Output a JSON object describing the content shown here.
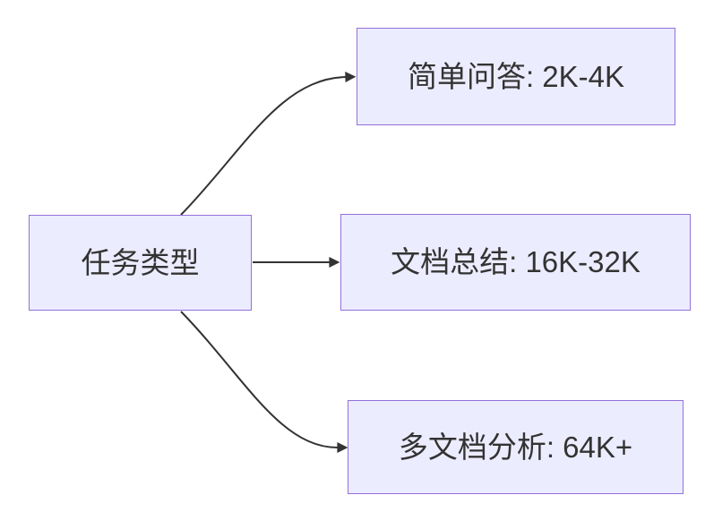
{
  "diagram": {
    "type": "flowchart",
    "direction": "left-to-right",
    "root": {
      "label": "任务类型"
    },
    "branches": [
      {
        "label": "简单问答: 2K-4K"
      },
      {
        "label": "文档总结: 16K-32K"
      },
      {
        "label": "多文档分析: 64K+"
      }
    ]
  },
  "colors": {
    "node_fill": "#ECECFF",
    "node_border": "#9370DB",
    "edge_color": "#333333",
    "text_color": "#333333",
    "background": "#FFFFFF"
  }
}
